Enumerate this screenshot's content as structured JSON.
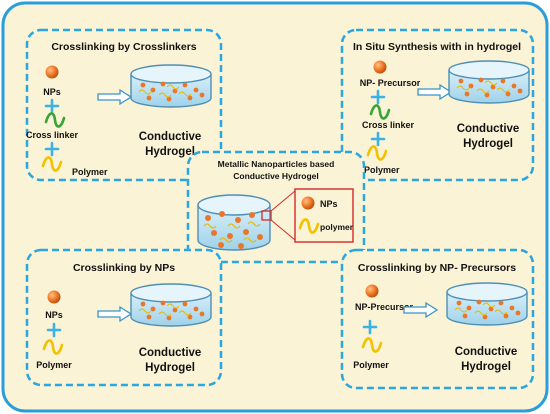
{
  "colors": {
    "background": "#fbf3d6",
    "frame": "#2a9ed8",
    "dash": "#2aa6e0",
    "np_fill": "#f07a26",
    "plus": "#3bb2e6",
    "crosslinker": "#3aa43a",
    "polymer": "#f2c200",
    "hydrogel_fill": "#bfe3f3",
    "hydrogel_stroke": "#4f8fb4",
    "detail_box": "#d42a2a",
    "connector": "#8a8a8a"
  },
  "icons": [
    "nanoparticle-icon",
    "plus-icon",
    "crosslinker-wave-icon",
    "polymer-wave-icon",
    "arrow-icon",
    "hydrogel-cylinder-icon"
  ],
  "center": {
    "title_line1": "Metallic Nanoparticles based",
    "title_line2": "Conductive Hydrogel",
    "legend_np": "NPs",
    "legend_polymer": "polymer"
  },
  "panels": {
    "top_left": {
      "title": "Crosslinking by Crosslinkers",
      "item1": "NPs",
      "item2": "Cross linker",
      "item3": "Polymer",
      "result_line1": "Conductive",
      "result_line2": "Hydrogel"
    },
    "top_right": {
      "title": "In Situ Synthesis with in hydrogel",
      "item1": "NP- Precursor",
      "item2": "Cross linker",
      "item3": "Polymer",
      "result_line1": "Conductive",
      "result_line2": "Hydrogel"
    },
    "bottom_left": {
      "title": "Crosslinking by NPs",
      "item1": "NPs",
      "item2": "Polymer",
      "result_line1": "Conductive",
      "result_line2": "Hydrogel"
    },
    "bottom_right": {
      "title": "Crosslinking by NP- Precursors",
      "item1": "NP-Precursor",
      "item2": "Polymer",
      "result_line1": "Conductive",
      "result_line2": "Hydrogel"
    }
  }
}
